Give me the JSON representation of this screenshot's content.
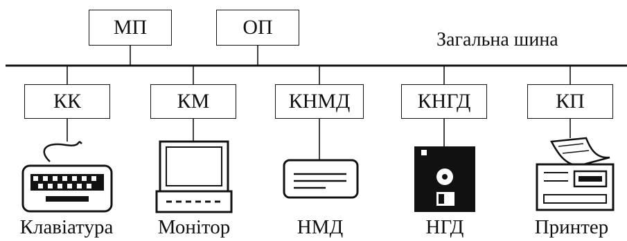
{
  "bus_label": "Загальна шина",
  "top_modules": [
    {
      "label": "МП"
    },
    {
      "label": "ОП"
    }
  ],
  "controllers": [
    {
      "label": "КК"
    },
    {
      "label": "КМ"
    },
    {
      "label": "КНМД"
    },
    {
      "label": "КНГД"
    },
    {
      "label": "КП"
    }
  ],
  "devices": [
    {
      "label": "Клавіатура",
      "icon": "keyboard-icon"
    },
    {
      "label": "Монітор",
      "icon": "monitor-icon"
    },
    {
      "label": "НМД",
      "icon": "hard-disk-icon"
    },
    {
      "label": "НГД",
      "icon": "floppy-disk-icon"
    },
    {
      "label": "Принтер",
      "icon": "printer-icon"
    }
  ]
}
